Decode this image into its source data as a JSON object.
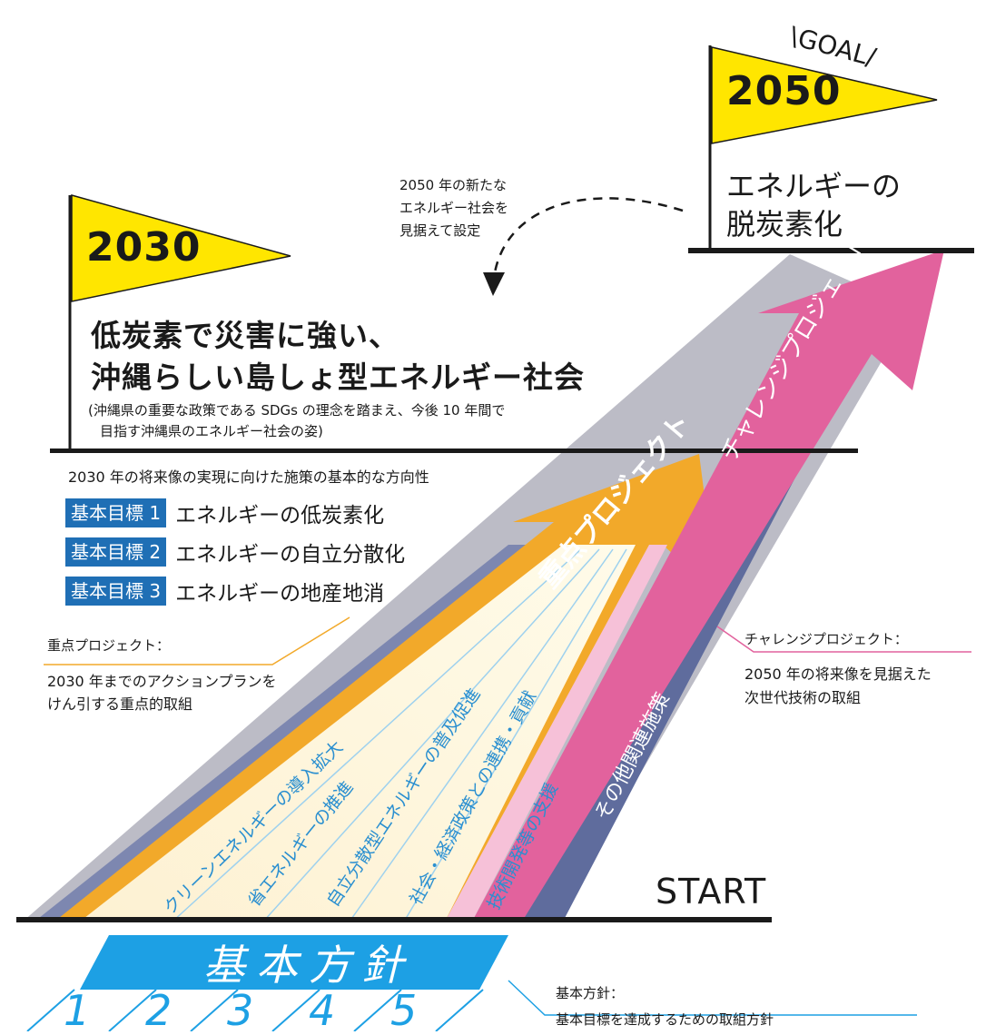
{
  "goal_flag": {
    "label": "\\GOAL/",
    "year": "2050",
    "title_line1": "エネルギーの",
    "title_line2": "脱炭素化"
  },
  "note_2050": {
    "line1": "2050 年の新たな",
    "line2": "エネルギー社会を",
    "line3": "見据えて設定"
  },
  "flag_2030": {
    "year": "2030",
    "vision_line1": "低炭素で災害に強い、",
    "vision_line2": "沖縄らしい島しょ型エネルギー社会",
    "note_line1": "(沖縄県の重要な政策である SDGs の理念を踏まえ、今後 10 年間で",
    "note_line2": "目指す沖縄県のエネルギー社会の姿)"
  },
  "direction_heading": "2030 年の将来像の実現に向けた施策の基本的な方向性",
  "basic_goals": [
    {
      "badge": "基本目標 1",
      "text": "エネルギーの低炭素化"
    },
    {
      "badge": "基本目標 2",
      "text": "エネルギーの自立分散化"
    },
    {
      "badge": "基本目標 3",
      "text": "エネルギーの地産地消"
    }
  ],
  "priority_label": {
    "title": "重点プロジェクト：",
    "desc_line1": "2030 年までのアクションプランを",
    "desc_line2": "けん引する重点的取組"
  },
  "challenge_label": {
    "title": "チャレンジプロジェクト：",
    "desc_line1": "2050 年の将来像を見据えた",
    "desc_line2": "次世代技術の取組"
  },
  "arrows": {
    "priority": "重点プロジェクト",
    "challenge": "チャレンジプロジェクト",
    "other": "その他関連施策"
  },
  "lanes": [
    "クリーンエネルギーの導入拡大",
    "省エネルギーの推進",
    "自立分散型エネルギーの普及促進",
    "社会・経済政策との連携・貢献",
    "技術開発等の支援"
  ],
  "start_label": "START",
  "policy_banner": "基本方針",
  "lane_numbers": [
    "1",
    "2",
    "3",
    "4",
    "5"
  ],
  "policy_label": {
    "title": "基本方針：",
    "desc": "基本目標を達成するための取組方針"
  },
  "colors": {
    "flag_yellow": "#ffe600",
    "priority_orange": "#f2a92a",
    "challenge_pink": "#e2629d",
    "other_navy": "#5f6c9d",
    "gray_band": "#bcbcc6",
    "lane_blue": "#1da0e4",
    "badge_blue": "#1f6fb5",
    "light_pink": "#f6c1d8",
    "light_cream": "#fdefc8"
  }
}
